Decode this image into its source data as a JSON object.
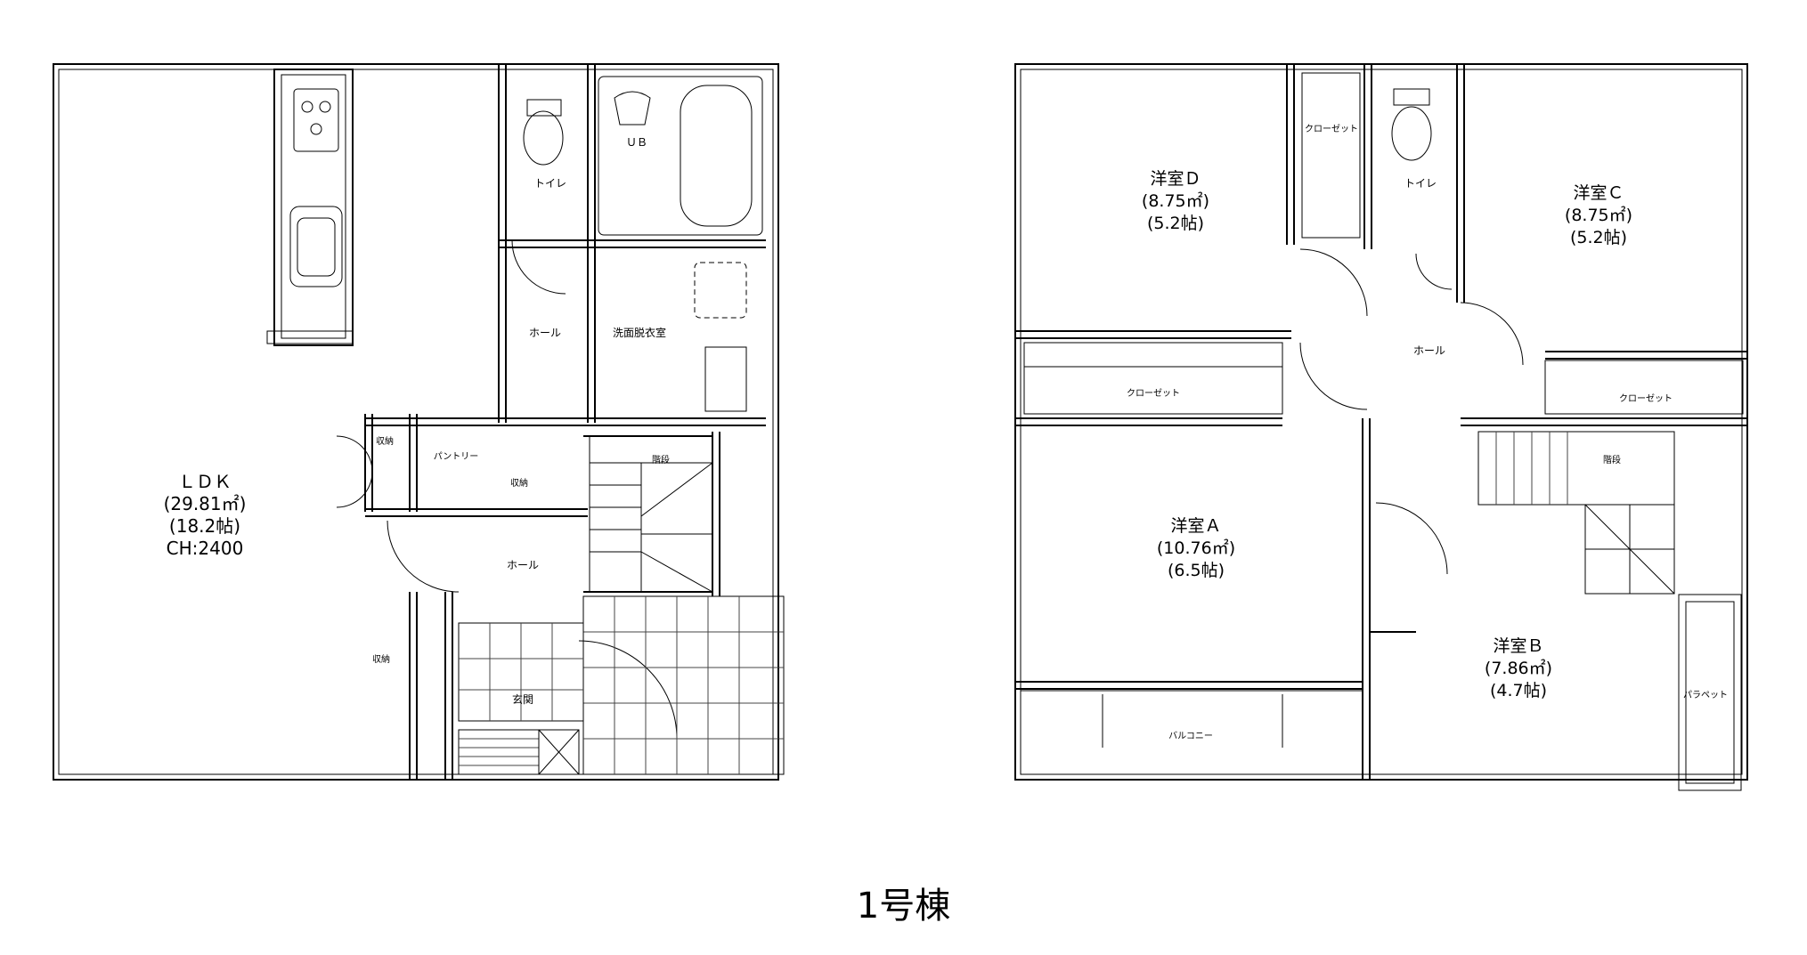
{
  "caption": "1号棟",
  "floor1": {
    "ldk": {
      "name": "ＬＤＫ",
      "area": "(29.81㎡)",
      "tatami": "(18.2帖)",
      "ceiling": "CH:2400"
    },
    "toilet": "トイレ",
    "unit_bath": "ＵＢ",
    "hall_upper": "ホール",
    "washroom": "洗面脱衣室",
    "storage_left": "収納",
    "pantry": "パントリー",
    "storage_mid": "収納",
    "stairs": "階段",
    "hall_lower": "ホール",
    "storage_lower": "収納",
    "entrance": "玄関"
  },
  "floor2": {
    "room_d": {
      "name": "洋室Ｄ",
      "area": "(8.75㎡)",
      "tatami": "(5.2帖)"
    },
    "room_c": {
      "name": "洋室Ｃ",
      "area": "(8.75㎡)",
      "tatami": "(5.2帖)"
    },
    "room_a": {
      "name": "洋室Ａ",
      "area": "(10.76㎡)",
      "tatami": "(6.5帖)"
    },
    "room_b": {
      "name": "洋室Ｂ",
      "area": "(7.86㎡)",
      "tatami": "(4.7帖)"
    },
    "closet_d": "クローゼット",
    "toilet": "トイレ",
    "hall": "ホール",
    "closet_a": "クローゼット",
    "closet_c": "クローゼット",
    "stairs": "階段",
    "balcony": "バルコニー",
    "parapet": "パラペット"
  }
}
